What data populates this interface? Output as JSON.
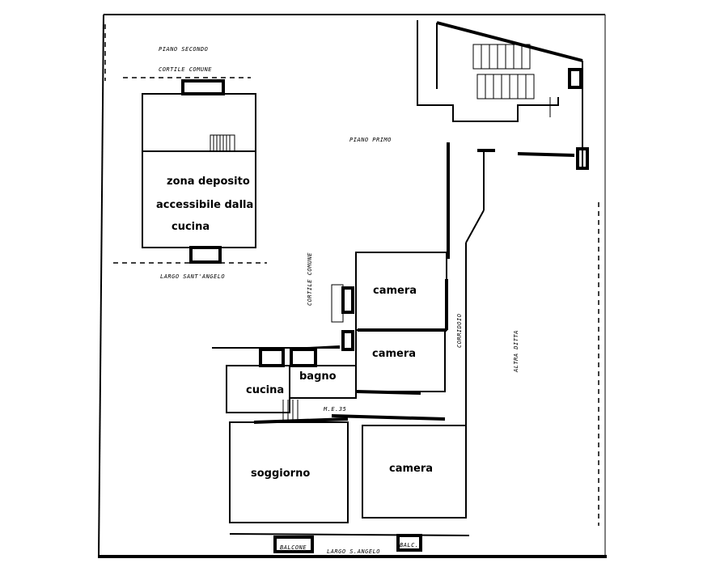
{
  "rooms": {
    "storage_line1": "zona deposito",
    "storage_line2": "accessibile dalla",
    "storage_line3": "cucina",
    "camera_top": "camera",
    "camera_middle": "camera",
    "bagno": "bagno",
    "cucina": "cucina",
    "soggiorno": "soggiorno",
    "camera_bottom": "camera"
  },
  "annotations": {
    "piano_secondo": "PIANO SECONDO",
    "cortile_comune_top": "CORTILE COMUNE",
    "largo_sant_angelo_top": "LARGO SANT'ANGELO",
    "piano_primo": "PIANO PRIMO",
    "cortile_comune_side": "CORTILE COMUNE",
    "corridoio": "CORRIDOIO",
    "altra_ditta": "ALTRA DITTA",
    "largo_sant_angelo_bottom": "LARGO S.ANGELO",
    "balcone": "BALCONE",
    "balc": "BALC.",
    "mezz": "M.E.35"
  },
  "colors": {
    "ink": "#000000",
    "paper": "#ffffff"
  }
}
